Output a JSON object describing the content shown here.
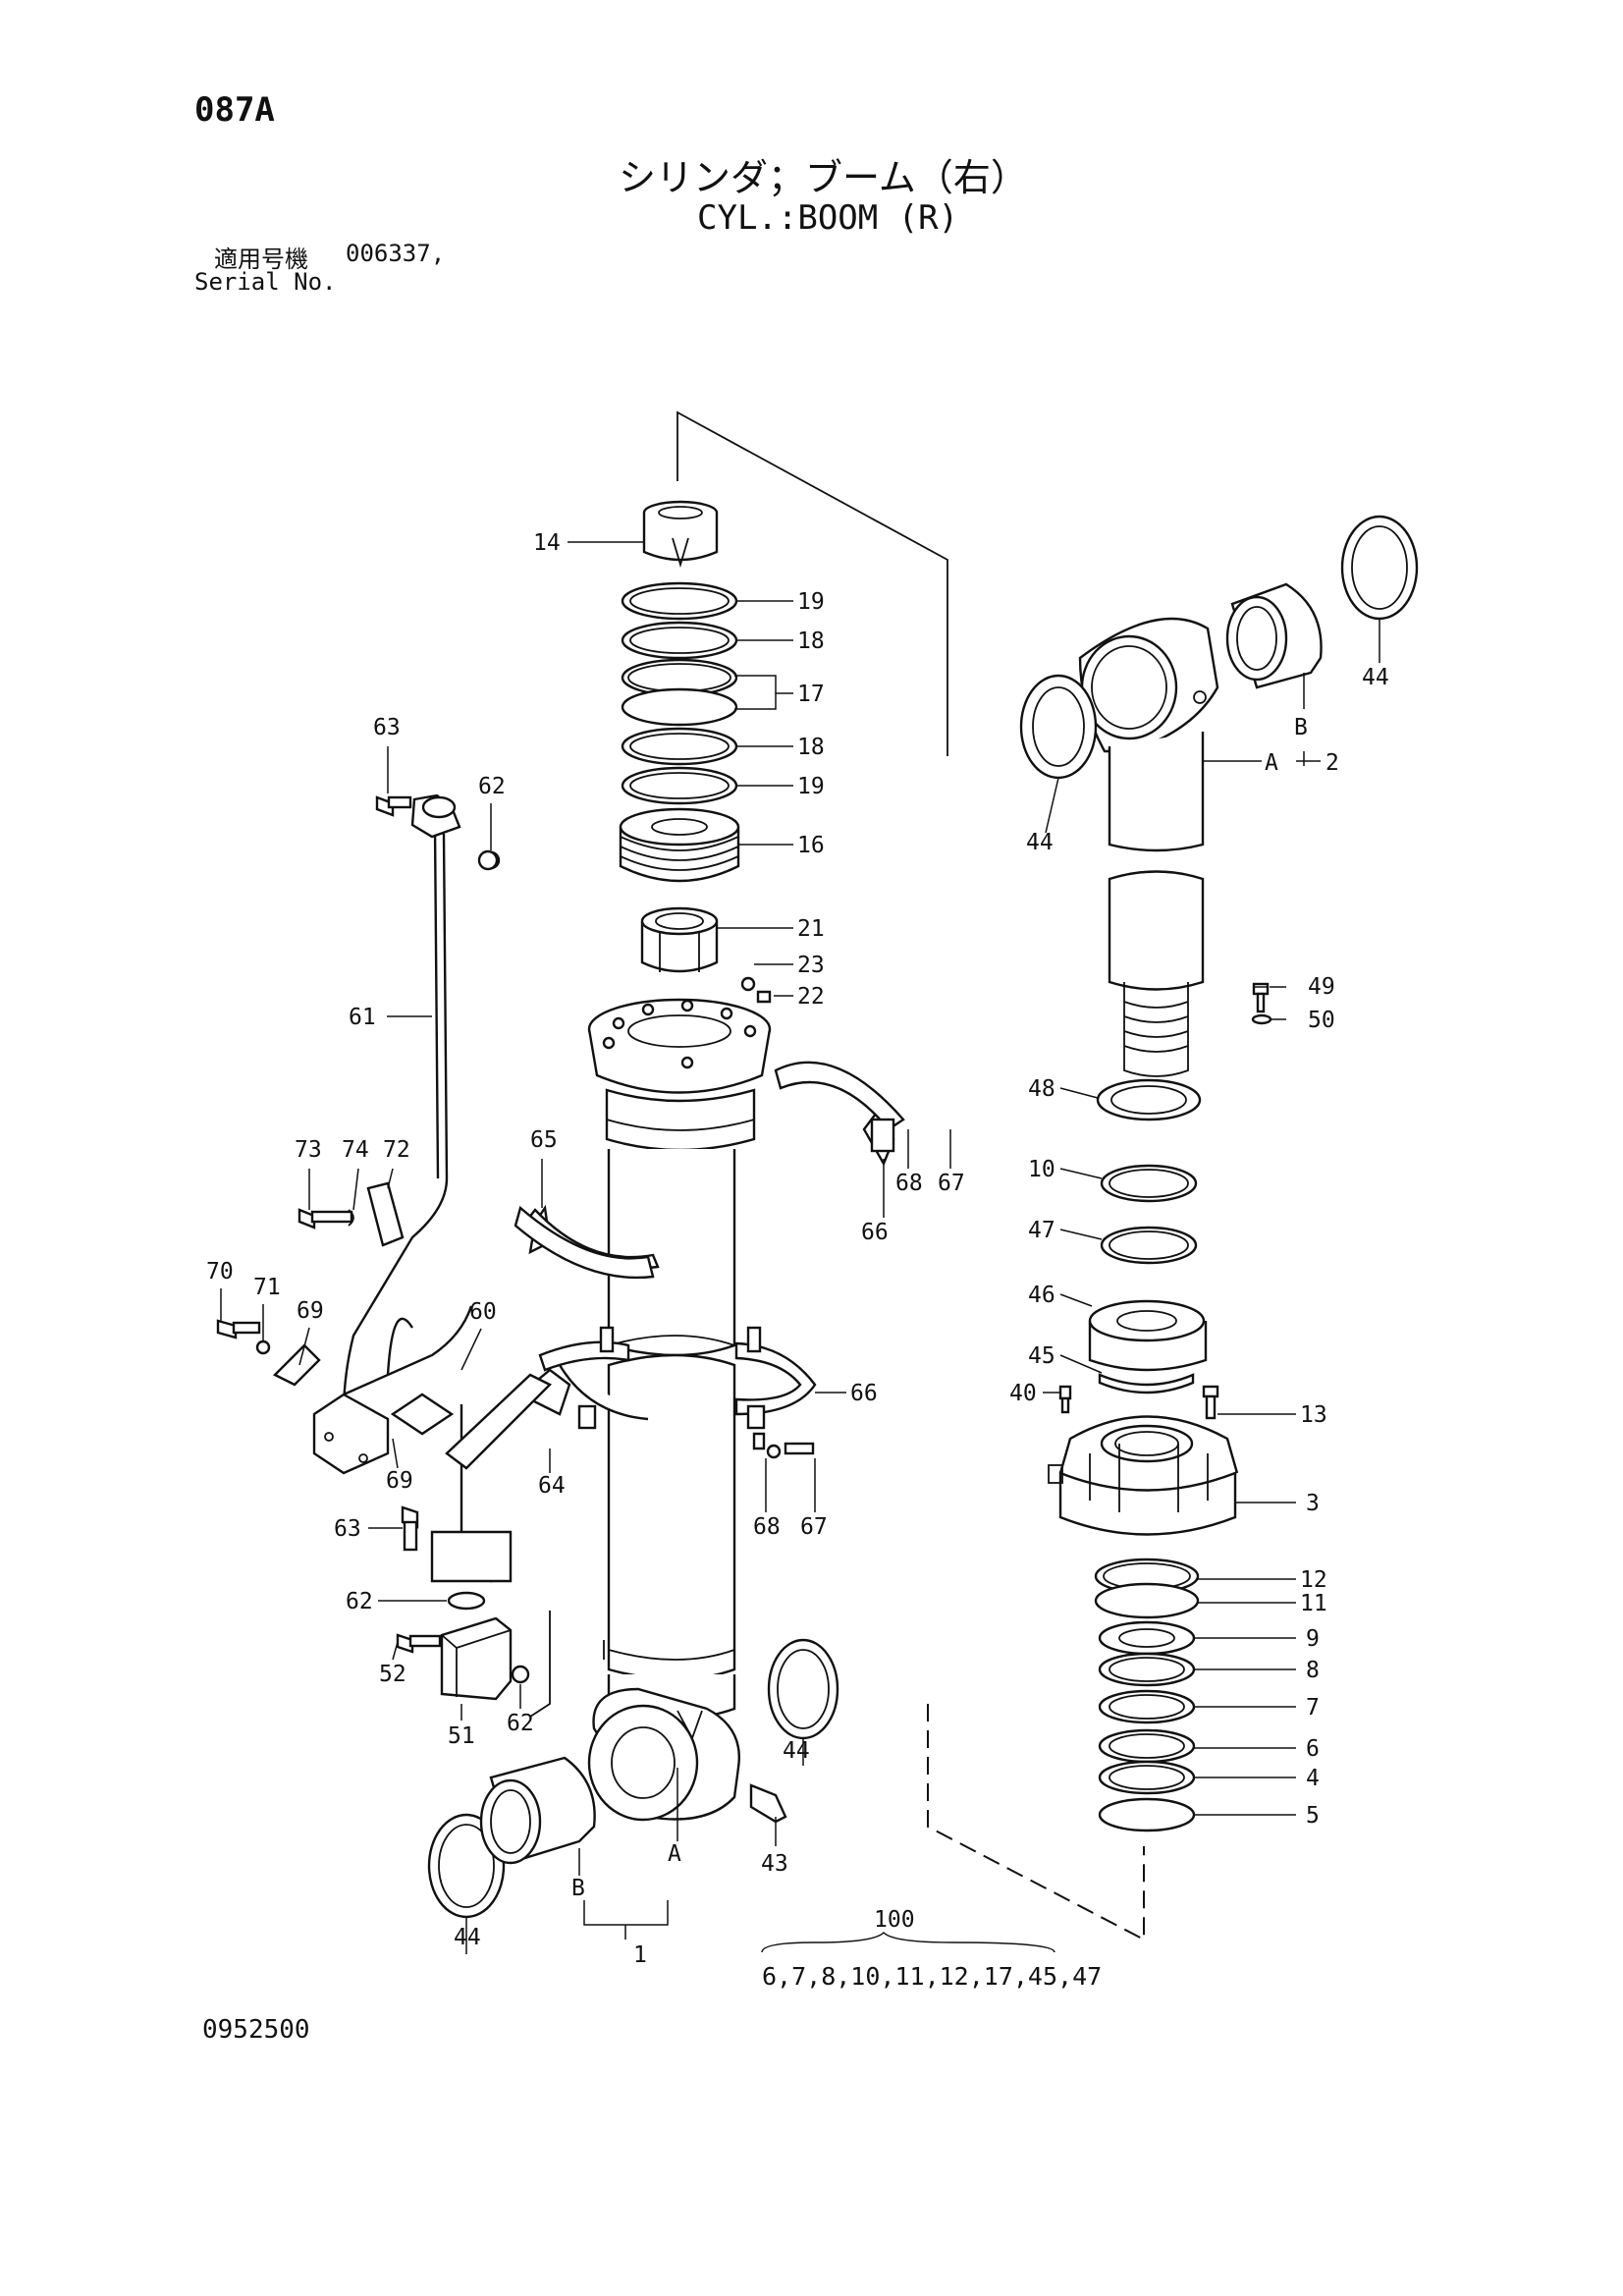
{
  "header": {
    "page_code": "087A",
    "title_jp": "シリンダ；ブーム（右）",
    "title_en": "CYL.:BOOM (R)",
    "serial_label_jp": "適用号機",
    "serial_value": "006337,",
    "serial_label_en": "Serial No."
  },
  "footer": {
    "document_number": "0952500",
    "kit_number": "100",
    "kit_contents": "6,7,8,10,11,12,17,45,47"
  },
  "callouts": {
    "c14": "14",
    "c19a": "19",
    "c18a": "18",
    "c17": "17",
    "c18b": "18",
    "c19b": "19",
    "c16": "16",
    "c21": "21",
    "c23": "23",
    "c22": "22",
    "c63a": "63",
    "c62a": "62",
    "c61": "61",
    "c65": "65",
    "c73": "73",
    "c74": "74",
    "c72": "72",
    "c70": "70",
    "c71": "71",
    "c69a": "69",
    "c60": "60",
    "c69b": "69",
    "c64": "64",
    "c63b": "63",
    "c62b": "62",
    "c52": "52",
    "c51": "51",
    "c62c": "62",
    "c66a": "66",
    "c68a": "68",
    "c67a": "67",
    "c66b": "66",
    "c68b": "68",
    "c67b": "67",
    "c44a": "44",
    "c44b": "44",
    "c44c": "44",
    "c44d": "44",
    "cB1": "B",
    "cA1": "A",
    "c1": "1",
    "c43": "43",
    "cB2": "B",
    "cA2": "A",
    "c2": "2",
    "c49": "49",
    "c50": "50",
    "c48": "48",
    "c10": "10",
    "c47": "47",
    "c46": "46",
    "c45": "45",
    "c40": "40",
    "c13": "13",
    "c3": "3",
    "c12": "12",
    "c11": "11",
    "c9": "9",
    "c8": "8",
    "c7": "7",
    "c6": "6",
    "c4": "4",
    "c5": "5"
  }
}
